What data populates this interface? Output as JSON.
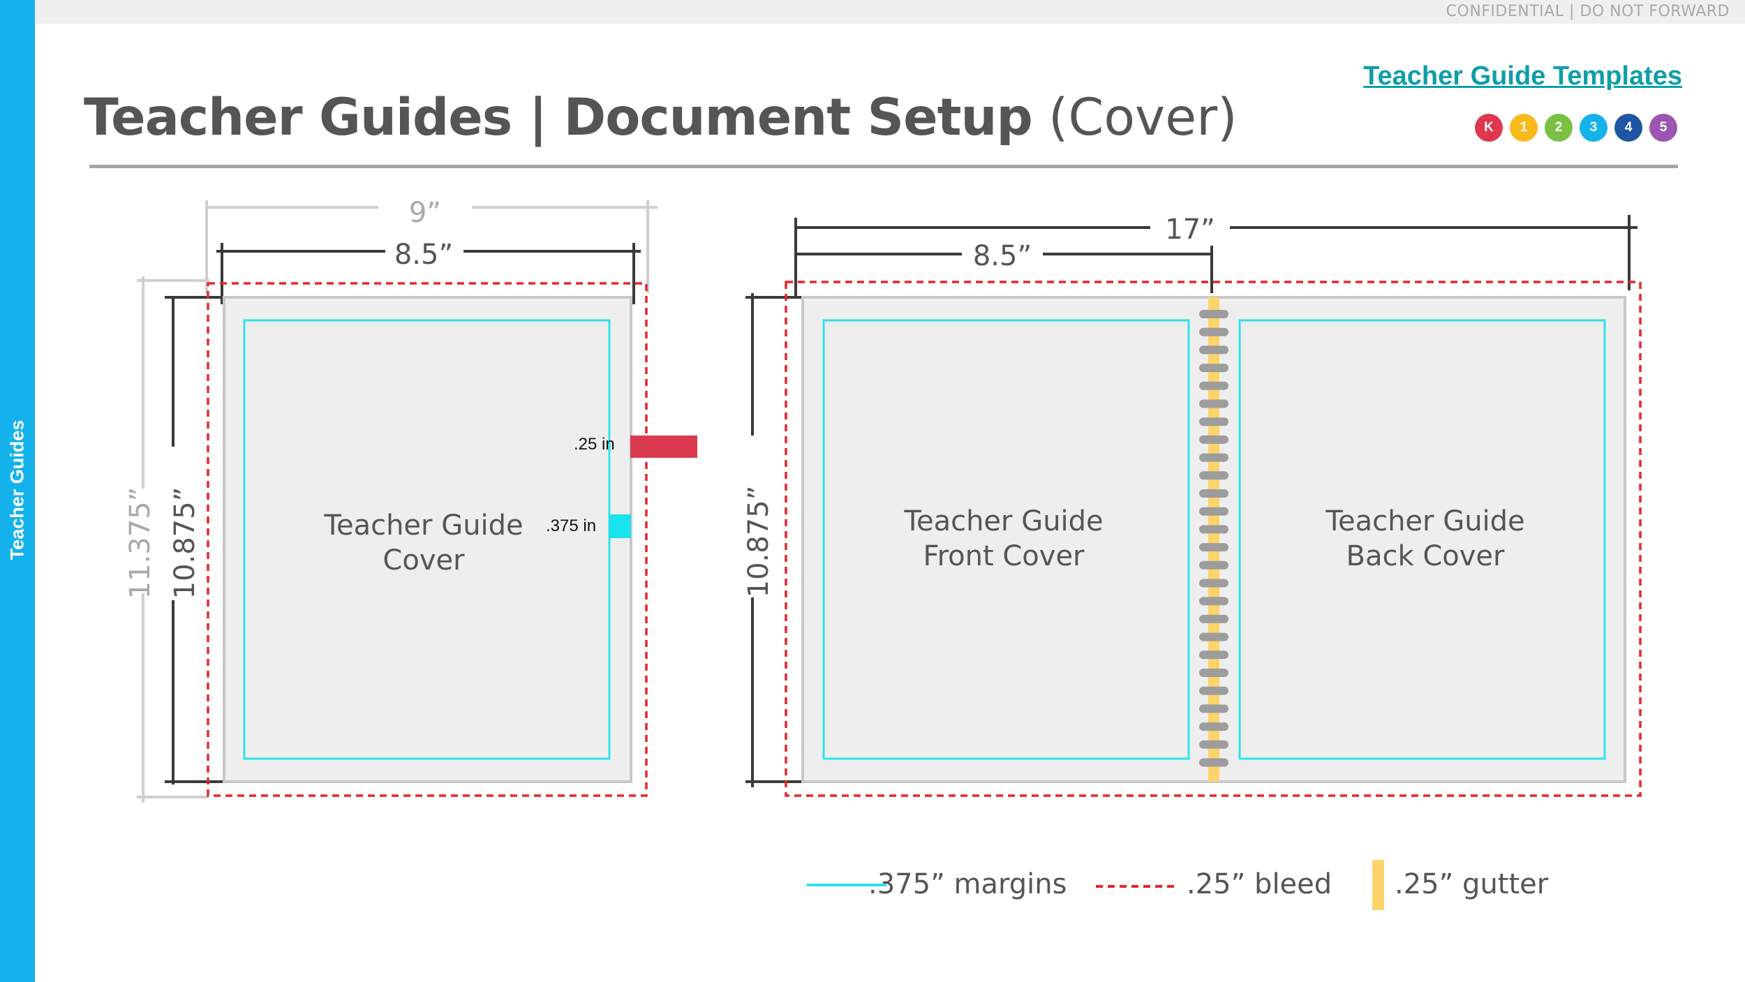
{
  "header": {
    "confidential": "CONFIDENTIAL | DO NOT FORWARD",
    "title_bold": "Teacher Guides | Document Setup",
    "title_light": "(Cover)",
    "templates_link": "Teacher Guide Templates"
  },
  "sidebar": {
    "label": "Teacher Guides"
  },
  "grades": [
    {
      "label": "K",
      "color": "#e0364e"
    },
    {
      "label": "1",
      "color": "#f8b91c"
    },
    {
      "label": "2",
      "color": "#7ac143"
    },
    {
      "label": "3",
      "color": "#14b2ea"
    },
    {
      "label": "4",
      "color": "#1f56a3"
    },
    {
      "label": "5",
      "color": "#9b56b1"
    }
  ],
  "single_cover": {
    "bleed_width": "9”",
    "trim_width": "8.5”",
    "bleed_height": "11.375”",
    "trim_height": "10.875”",
    "bleed_callout": ".25 in",
    "margin_callout": ".375 in",
    "label_line1": "Teacher Guide",
    "label_line2": "Cover"
  },
  "spread": {
    "total_width": "17”",
    "half_width": "8.5”",
    "height": "10.875”",
    "front_line1": "Teacher Guide",
    "front_line2": "Front Cover",
    "back_line1": "Teacher Guide",
    "back_line2": "Back Cover"
  },
  "legend": {
    "margins": ".375” margins",
    "bleed": ".25” bleed",
    "gutter": ".25” gutter"
  },
  "colors": {
    "margin": "#2de3ea",
    "bleed": "#e8262b",
    "gutter": "#fdd46a",
    "callout_bleed": "#d93a50",
    "callout_margin": "#18e3ee",
    "page": "#eeeeee",
    "spiral": "#9d9d9d"
  }
}
